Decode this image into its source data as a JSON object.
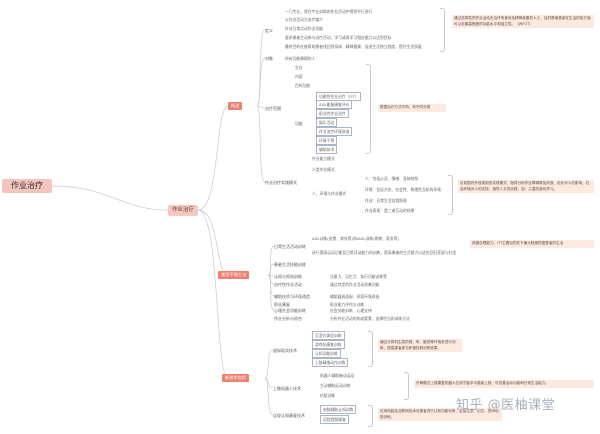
{
  "root": "作业治疗",
  "hub": "作业治疗",
  "watermark": "知乎 @医柚课堂",
  "b1": {
    "title": "概述",
    "def": "定义",
    "def_items": [
      "一门专业，常在专业训练的作业活动中得到平行进行",
      "以作业活动为治疗媒介",
      "针对日常活动作业功能",
      "要求患者主动参与治疗活动，学习或再学习相应能力以达到目标",
      "最终目的在能帮助患者找回到身体、精神健康、促进生活独立程度，提升生活质量"
    ],
    "def_note": "通过选择性的作业活动去治疗有身体及精神疾患的人士，目的是使患者在生活的各方面可以至最高程度的功能水平和独立性。（WFOT）",
    "obj": "对象",
    "obj_item": "所有功能障碍的人",
    "content": "治疗范围",
    "content_a": [
      "生存",
      "内容",
      "目的功能"
    ],
    "func": "功能",
    "func_items": [
      "功能性作业治疗（OT）",
      "ADL能量康复评价",
      "职业性作业治疗",
      "娱乐活动",
      "作业治疗环境改造",
      "环境干预",
      "辅助技术"
    ],
    "content_note": "根据治疗方式不同，有不同分类",
    "model": "作业治疗实践模式",
    "model_items": [
      "作业能力模式",
      "人类作业模式"
    ],
    "peo": "人、环境与作业模式",
    "peo_items": [
      "人：包括心灵、情感、身体结构",
      "环境：包括文化、社会性、物理性及机构环境",
      "作业：日常生活自我照顾",
      "作业表现：是三者互动的结果"
    ],
    "peo_note": "目前国内外较常用的实践模式，指导分析作业障碍原及改造、优化对人的影响，社会环境对人的支持，指导人文的实践，如：儿童的游戏学习。"
  },
  "b2": {
    "title": "常用干预方法",
    "g1": "日常生活活动训练",
    "g1_items": [
      "ADL训练(进食、穿衣等)和IADL训练(购物、家务等)"
    ],
    "g2": "患者生活技能训练",
    "g2_items": [
      "进行提高运动功能及日常活动能力的训练，提高患者的生活能力以适应回归家庭与社会"
    ],
    "g1_note": "改善自理能力，OT主要目的在于最大程度恢复患者的生活",
    "g3": "认知与知觉训练",
    "g3_items": [
      "注意力、记忆力、执行功能训练等"
    ],
    "g4": "治疗性作业活动",
    "g4_items": [
      "通过特定的作业活动改善功能"
    ],
    "g5": "辅助技术与环境改造",
    "g5_items": [
      "辅助器具选配、家居环境改造"
    ],
    "g6": "职业康复",
    "g6_items": [
      "职业能力评估与训练"
    ],
    "g7": "心理社会功能训练",
    "g7_items": [
      "社会技能训练、心理支持"
    ],
    "g8": "作业分析与综合",
    "g8_items": [
      "分析作业活动的构成要素，选择恰当的训练方法"
    ]
  },
  "b3": {
    "title": "新技术应用",
    "g1": "虚拟现实技术",
    "g1_items": [
      "沉浸式体验训练",
      "游戏化康复训练",
      "认知功能训练",
      "上肢精细动作训练"
    ],
    "g1_note": "通过计算机生成的视、听、触觉等环境来进行训练，提高患者参与积极性和训练效果。",
    "g2": "上肢机器人技术",
    "g2_items": [
      "机器人辅助被动运动",
      "主动辅助运动训练",
      "抗阻训练"
    ],
    "g2_note": "外骨骼式上肢康复机器人应用于脑卒中患者上肢，可改善运动功能和日常生活能力。",
    "g3": "远程认知康复技术",
    "g3_items": [
      "电脑辅助认知训练",
      "远程视频康复"
    ],
    "g3_note": "应用电脑及互联网技术对患者进行认知功能训练，包括注意、记忆、执行功能训练。"
  }
}
